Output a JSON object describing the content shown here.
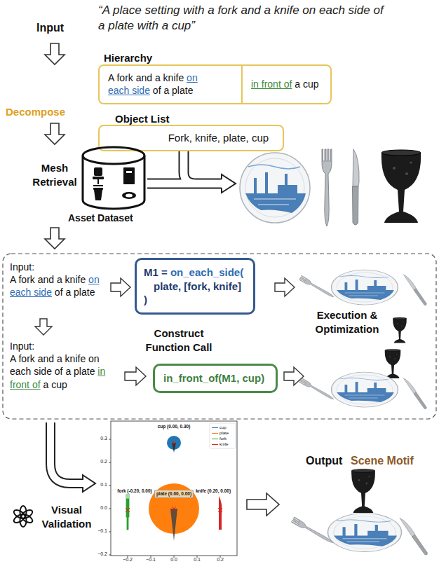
{
  "diagram": {
    "nodes": [
      {
        "text": [
          "Hierarchy"
        ]
      },
      {
        "text": [
          "A fork and a knife",
          "on each side",
          "of a plate"
        ],
        "in": 0
      },
      {
        "text": [
          "in front of",
          "a cup"
        ],
        "in": 0
      },
      {
        "text": [
          "Object List",
          "Fork, knife, plate, cup"
        ]
      },
      {
        "text": [
          "Asset Dataset"
        ]
      },
      {
        "text": [
          "M1 =",
          "on_each_side(",
          "plate, [fork, knife]",
          ")"
        ]
      },
      {
        "text": [
          "in_front_of(M1, cup)"
        ]
      }
    ],
    "labels": [
      "Input",
      "“A place setting with a fork and a knife on each side of a plate with a cup”",
      "Decompose",
      "Mesh Retrieval",
      "Input:",
      "A fork and a knife",
      "on each side",
      "of a plate",
      "Construct Function Call",
      "Execution & Optimization",
      "Input:",
      "A fork and a knife on each side of a plate",
      "in front of",
      "a cup",
      "Visual Validation",
      "cup (0.00, 0.30)",
      "plate (0.00, 0.00)",
      "fork (-0.20, 0.00)",
      "knife (0.20, 0.00)",
      "0.3",
      "0.2",
      "0.1",
      "0.0",
      "−0.1",
      "−0.2",
      "−0.2",
      "−0.1",
      "0.0",
      "0.1",
      "0.2",
      "Output",
      "Scene Motif"
    ],
    "legend": [
      {
        "text": "cup",
        "color": "#1f77b4"
      },
      {
        "text": "plate",
        "color": "#ff7f0e"
      },
      {
        "text": "fork",
        "color": "#2ca02c"
      },
      {
        "text": "knife",
        "color": "#d62728"
      }
    ]
  }
}
